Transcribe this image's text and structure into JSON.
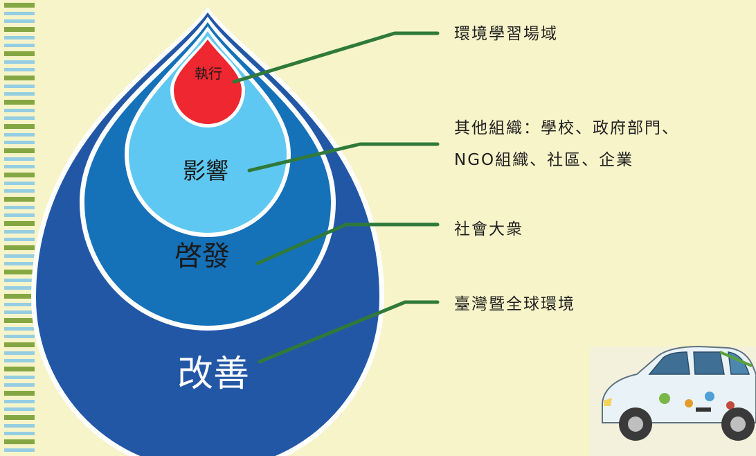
{
  "colors": {
    "background": "#f7f4c9",
    "outer_drop": "#2257a6",
    "second_drop": "#1571b8",
    "third_drop": "#5ec8f2",
    "inner_drop": "#ee2730",
    "connector": "#2f7a3a",
    "stripe_green": "#7ea23c",
    "stripe_blue": "#7cc4e8"
  },
  "diagram": {
    "levels": [
      {
        "id": "execute",
        "label": "執行",
        "description": "環境學習場域"
      },
      {
        "id": "influence",
        "label": "影響",
        "description_lines": [
          "其他組織：學校、政府部門、",
          "NGO組織、社區、企業"
        ]
      },
      {
        "id": "inspire",
        "label": "啓發",
        "description": "社會大衆"
      },
      {
        "id": "improve",
        "label": "改善",
        "description": "臺灣暨全球環境"
      }
    ]
  },
  "illustration": {
    "name": "car-illustration"
  }
}
